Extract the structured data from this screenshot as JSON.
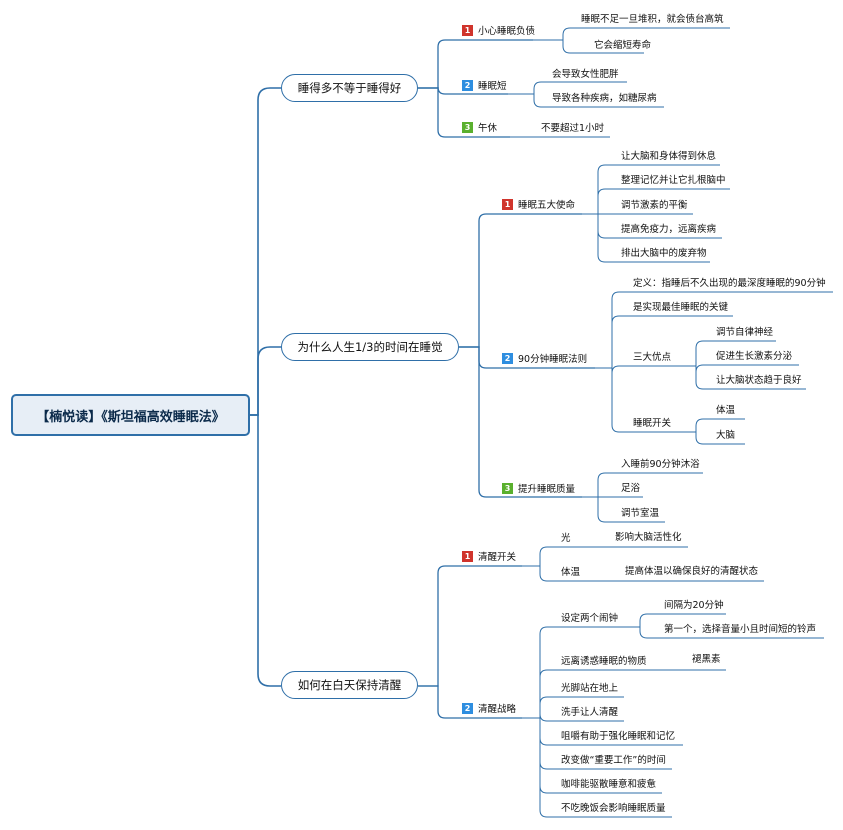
{
  "root": "【楠悦读】《斯坦福高效睡眠法》",
  "colors": {
    "line": "#2f6fa8",
    "p1": "#d0342c",
    "p2": "#2e8ee0",
    "p3": "#5ab02e"
  },
  "branch1": {
    "title": "睡得多不等于睡得好",
    "sub1": {
      "priority": "1",
      "label": "小心睡眠负债",
      "items": [
        "睡眠不足一旦堆积，就会债台高筑",
        "它会缩短寿命"
      ]
    },
    "sub2": {
      "priority": "2",
      "label": "睡眠短",
      "items": [
        "会导致女性肥胖",
        "导致各种疾病，如糖尿病"
      ]
    },
    "sub3": {
      "priority": "3",
      "label": "午休",
      "items": [
        "不要超过1小时"
      ]
    }
  },
  "branch2": {
    "title": "为什么人生1/3的时间在睡觉",
    "sub1": {
      "priority": "1",
      "label": "睡眠五大使命",
      "items": [
        "让大脑和身体得到休息",
        "整理记忆并让它扎根脑中",
        "调节激素的平衡",
        "提高免疫力，远离疾病",
        "排出大脑中的废弃物"
      ]
    },
    "sub2": {
      "priority": "2",
      "label": "90分钟睡眠法则",
      "definition": "定义：指睡后不久出现的最深度睡眠的90分钟",
      "key": "是实现最佳睡眠的关键",
      "advantages": {
        "label": "三大优点",
        "items": [
          "调节自律神经",
          "促进生长激素分泌",
          "让大脑状态趋于良好"
        ]
      },
      "switch": {
        "label": "睡眠开关",
        "items": [
          "体温",
          "大脑"
        ]
      }
    },
    "sub3": {
      "priority": "3",
      "label": "提升睡眠质量",
      "items": [
        "入睡前90分钟沐浴",
        "足浴",
        "调节室温"
      ]
    }
  },
  "branch3": {
    "title": "如何在白天保持清醒",
    "sub1": {
      "priority": "1",
      "label": "清醒开关",
      "light": {
        "label": "光",
        "item": "影响大脑活性化"
      },
      "temp": {
        "label": "体温",
        "item": "提高体温以确保良好的清醒状态"
      }
    },
    "sub2": {
      "priority": "2",
      "label": "清醒战略",
      "alarm": {
        "label": "设定两个闹钟",
        "items": [
          "间隔为20分钟",
          "第一个，选择音量小且时间短的铃声"
        ]
      },
      "away": {
        "label": "远离诱惑睡眠的物质",
        "item": "褪黑素"
      },
      "items": [
        "光脚站在地上",
        "洗手让人清醒",
        "咀嚼有助于强化睡眠和记忆",
        "改变做“重要工作”的时间",
        "咖啡能驱散睡意和疲惫",
        "不吃晚饭会影响睡眠质量"
      ]
    }
  }
}
